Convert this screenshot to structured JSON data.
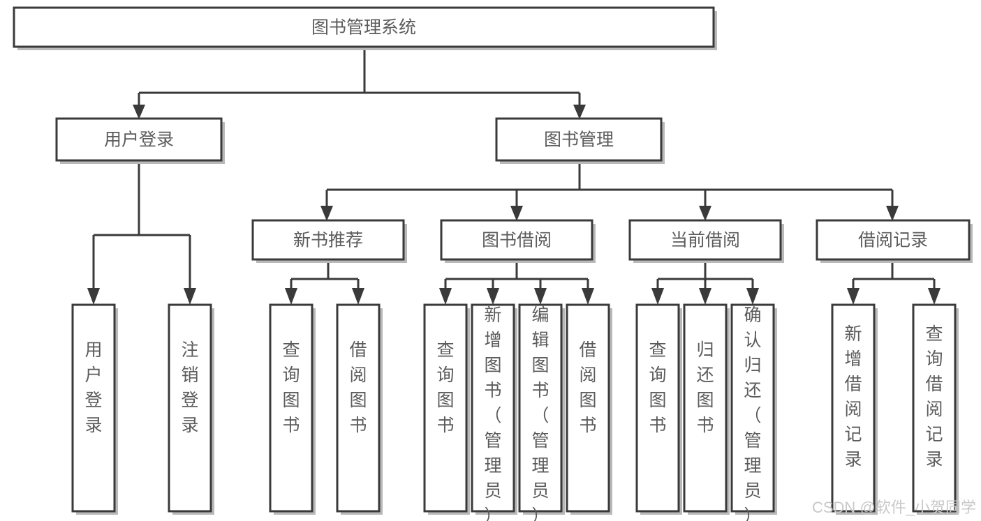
{
  "diagram": {
    "type": "tree-hierarchy",
    "title": "图书管理系统",
    "root": {
      "label": "图书管理系统",
      "level": 0
    },
    "level1": [
      {
        "label": "用户登录"
      },
      {
        "label": "图书管理"
      }
    ],
    "level2": [
      {
        "label": "新书推荐",
        "parent": "图书管理"
      },
      {
        "label": "图书借阅",
        "parent": "图书管理"
      },
      {
        "label": "当前借阅",
        "parent": "图书管理"
      },
      {
        "label": "借阅记录",
        "parent": "图书管理"
      }
    ],
    "leaves": {
      "user_login": [
        {
          "label": "用户登录"
        },
        {
          "label": "注销登录"
        }
      ],
      "new_book_recommend": [
        {
          "label": "查询图书"
        },
        {
          "label": "借阅图书"
        }
      ],
      "book_borrow": [
        {
          "label": "查询图书"
        },
        {
          "label": "新增图书（管理员）"
        },
        {
          "label": "编辑图书（管理员）"
        },
        {
          "label": "借阅图书"
        }
      ],
      "current_borrow": [
        {
          "label": "查询图书"
        },
        {
          "label": "归还图书"
        },
        {
          "label": "确认归还（管理员）"
        }
      ],
      "borrow_record": [
        {
          "label": "新增借阅记录"
        },
        {
          "label": "查询借阅记录"
        }
      ]
    },
    "watermark": "CSDN @软件_小贺同学",
    "colors": {
      "box_stroke": "#3a3a3a",
      "box_fill": "#ffffff",
      "text": "#5b5b5b",
      "shadow": "#b9b9b9",
      "watermark": "#c9c9c9",
      "background": "#ffffff"
    }
  }
}
